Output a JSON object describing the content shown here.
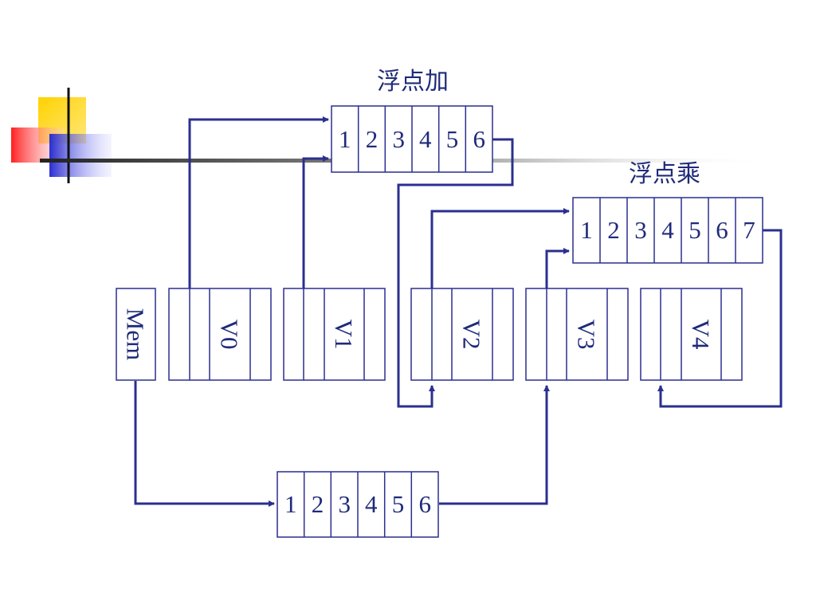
{
  "slide": {
    "add_unit": {
      "label": "浮点加",
      "stages": [
        "1",
        "2",
        "3",
        "4",
        "5",
        "6"
      ]
    },
    "mul_unit": {
      "label": "浮点乘",
      "stages": [
        "1",
        "2",
        "3",
        "4",
        "5",
        "6",
        "7"
      ]
    },
    "load_unit": {
      "stages": [
        "1",
        "2",
        "3",
        "4",
        "5",
        "6"
      ]
    },
    "memory": {
      "label": "Mem"
    },
    "registers": [
      {
        "label": "V0"
      },
      {
        "label": "V1"
      },
      {
        "label": "V2"
      },
      {
        "label": "V3"
      },
      {
        "label": "V4"
      }
    ],
    "colors": {
      "wire": "#2b2f8f",
      "text": "#1f2a7a",
      "deco_yellow": "#ffd200",
      "deco_red": "#ff3a3a",
      "deco_blue": "#2b2fd0"
    }
  }
}
